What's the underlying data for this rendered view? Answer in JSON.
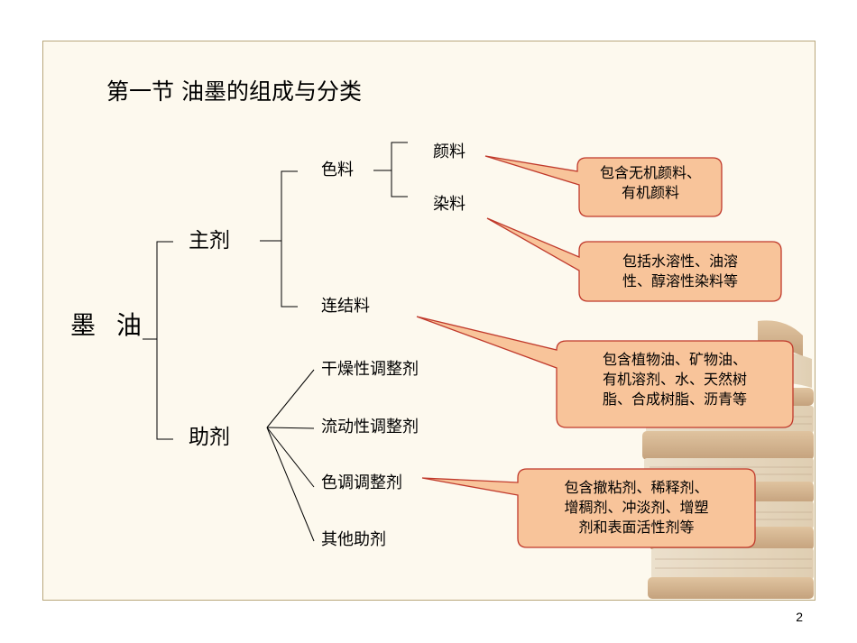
{
  "slide": {
    "title": "第一节  油墨的组成与分类",
    "page_number": "2"
  },
  "tree": {
    "root": "墨 油",
    "main_agent": {
      "label": "主剂",
      "colorant": {
        "label": "色料",
        "children": [
          "颜料",
          "染料"
        ]
      },
      "binder": "连结料"
    },
    "auxiliary_agent": {
      "label": "助剂",
      "children": [
        "干燥性调整剂",
        "流动性调整剂",
        "色调调整剂",
        "其他助剂"
      ]
    }
  },
  "callouts": [
    {
      "lines": [
        "包含无机颜料、",
        "有机颜料"
      ]
    },
    {
      "lines": [
        "包括水溶性、油溶",
        "性、醇溶性染料等"
      ]
    },
    {
      "lines": [
        "包含植物油、矿物油、",
        "有机溶剂、水、天然树",
        "脂、合成树脂、沥青等"
      ]
    },
    {
      "lines": [
        "包含撤粘剂、稀释剂、",
        "增稠剂、冲淡剂、增塑",
        "剂和表面活性剂等"
      ]
    }
  ],
  "colors": {
    "callout_fill": "#f8c49a",
    "callout_stroke": "#c0392b",
    "frame_border": "#b9a77b",
    "slide_background": "#fdf9ee",
    "book_cover": "#c9a57a"
  },
  "icons": [
    "stacked-books-image"
  ]
}
